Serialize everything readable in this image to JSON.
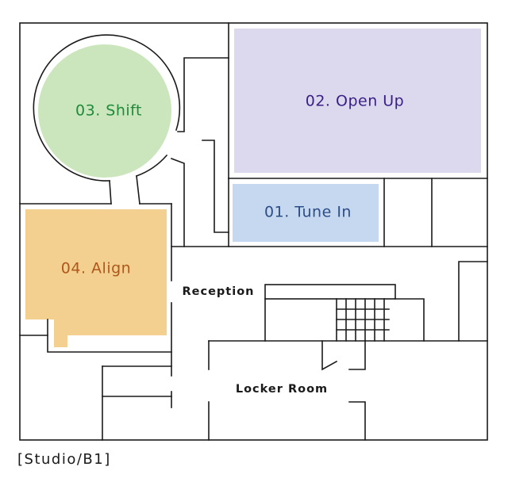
{
  "rooms": {
    "open_up": {
      "label": "02. Open Up",
      "fill": "#dcd9ef",
      "text_color": "#3a1f86"
    },
    "tune_in": {
      "label": "01. Tune In",
      "fill": "#c6d8f0",
      "text_color": "#2c4d86"
    },
    "shift": {
      "label": "03. Shift",
      "fill": "#cbe6bd",
      "text_color": "#1f8a3a"
    },
    "align": {
      "label": "04. Align",
      "fill": "#f3d090",
      "text_color": "#b0571c"
    }
  },
  "areas": {
    "reception": "Reception",
    "locker_room": "Locker Room"
  },
  "caption": "[Studio/B1]",
  "colors": {
    "wall": "#1a1a1a",
    "background": "#ffffff"
  }
}
